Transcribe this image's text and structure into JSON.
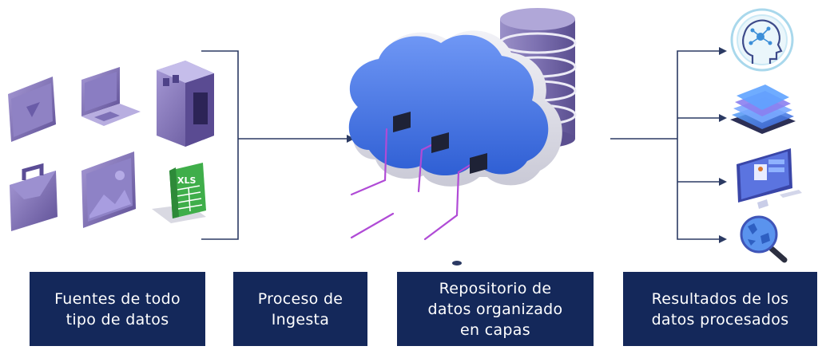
{
  "stages": [
    {
      "label": "Fuentes de todo\ntipo de datos"
    },
    {
      "label": "Proceso de\nIngesta"
    },
    {
      "label": "Repositorio de\ndatos organizado\nen capas"
    },
    {
      "label": "Resultados de los\ndatos procesados"
    }
  ],
  "source_icons": [
    "video-tablet-icon",
    "laptop-icon",
    "server-icon",
    "briefcase-icon",
    "image-tablet-icon",
    "xls-file-icon"
  ],
  "xls_text": "XLS",
  "result_icons": [
    "ai-head-icon",
    "stacked-layers-icon",
    "dashboard-monitor-icon",
    "magnifier-globe-icon"
  ],
  "colors": {
    "box_bg": "#14285a",
    "box_text": "#ffffff",
    "cloud_blue": "#3b6fe0",
    "database_purple": "#7e72b0",
    "device_purple": "#7b6bb0",
    "ingest_lines": "#b04bd6",
    "connector": "#2b3a63",
    "xls_green": "#3fae4a"
  }
}
